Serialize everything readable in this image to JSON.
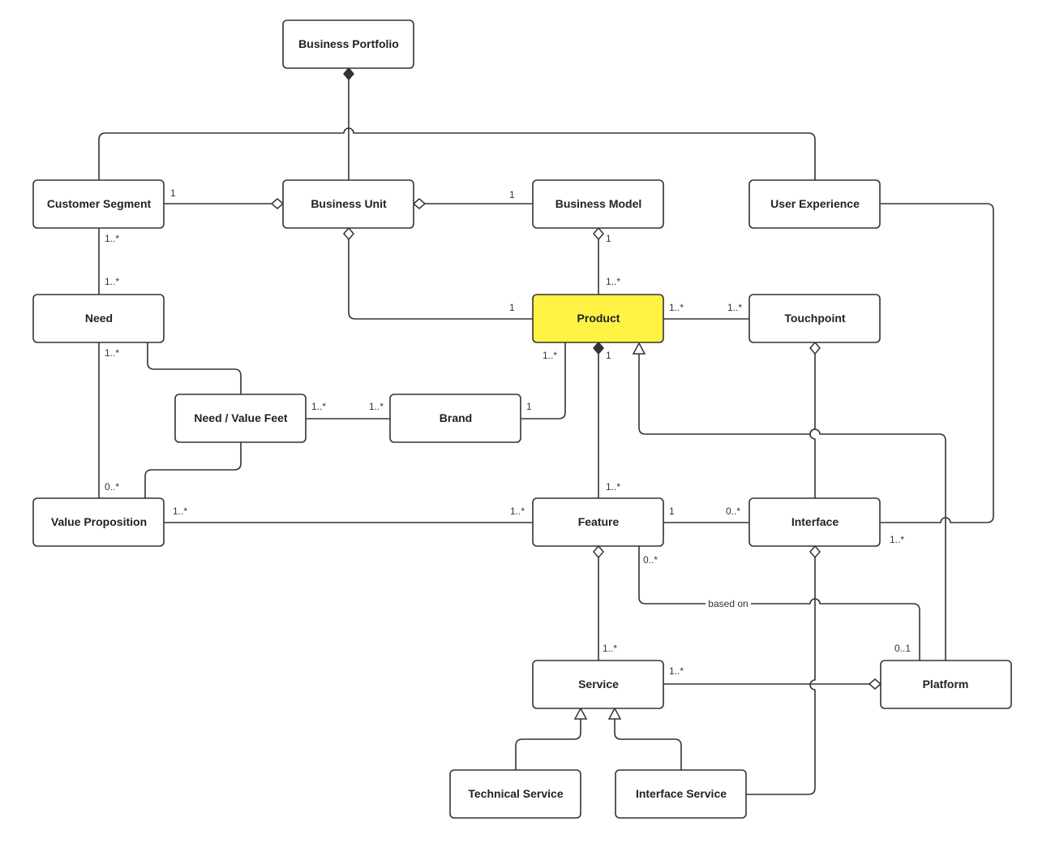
{
  "diagram": {
    "nodes": {
      "business_portfolio": "Business Portfolio",
      "customer_segment": "Customer Segment",
      "business_unit": "Business Unit",
      "business_model": "Business Model",
      "user_experience": "User Experience",
      "need": "Need",
      "product": "Product",
      "touchpoint": "Touchpoint",
      "need_value_feet": "Need / Value Feet",
      "brand": "Brand",
      "value_proposition": "Value Proposition",
      "feature": "Feature",
      "interface": "Interface",
      "service": "Service",
      "platform": "Platform",
      "technical_service": "Technical Service",
      "interface_service": "Interface Service"
    },
    "highlight_color": "#fff243",
    "multiplicities": {
      "cs_bu": "1",
      "bu_bm": "1",
      "cs_bottom": "1..*",
      "need_top": "1..*",
      "bm_bottom": "1",
      "product_top": "1..*",
      "bu_product": "1",
      "product_right": "1..*",
      "touchpoint_left": "1..*",
      "need_bottom": "1..*",
      "product_brand": "1..*",
      "product_feature_top": "1",
      "nvf_right": "1..*",
      "brand_left": "1..*",
      "brand_right": "1",
      "vp_top": "0..*",
      "feature_top": "1..*",
      "vp_right": "1..*",
      "feature_left": "1..*",
      "feature_right": "1",
      "interface_left": "0..*",
      "interface_bottom": "1..*",
      "feature_platform": "0..*",
      "platform_top": "0..1",
      "service_top": "1..*",
      "service_right": "1..*"
    },
    "edge_labels": {
      "based_on": "based on"
    }
  }
}
